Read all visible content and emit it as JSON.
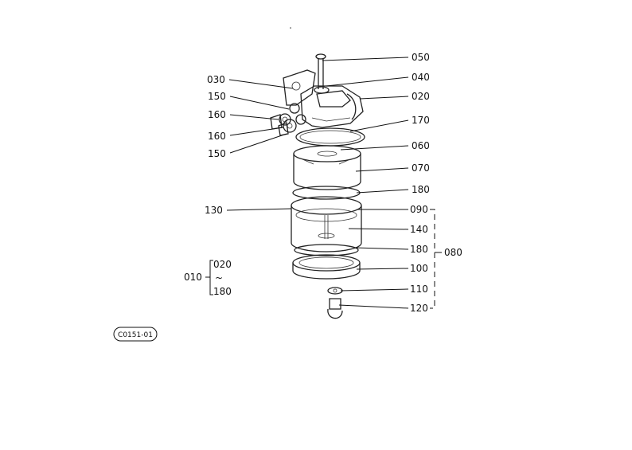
{
  "diagram": {
    "callouts": {
      "p050": "050",
      "p040": "040",
      "p030": "030",
      "p020": "020",
      "p150a": "150",
      "p160a": "160",
      "p160b": "160",
      "p150b": "150",
      "p170": "170",
      "p060": "060",
      "p070": "070",
      "p180a": "180",
      "p130": "130",
      "p090": "090",
      "p140": "140",
      "p180b": "180",
      "p100": "100",
      "p110": "110",
      "p120": "120",
      "p080": "080"
    },
    "assembly": {
      "label": "010",
      "from": "020",
      "sep": "~",
      "to": "180"
    },
    "stamp": "C0151-01"
  }
}
